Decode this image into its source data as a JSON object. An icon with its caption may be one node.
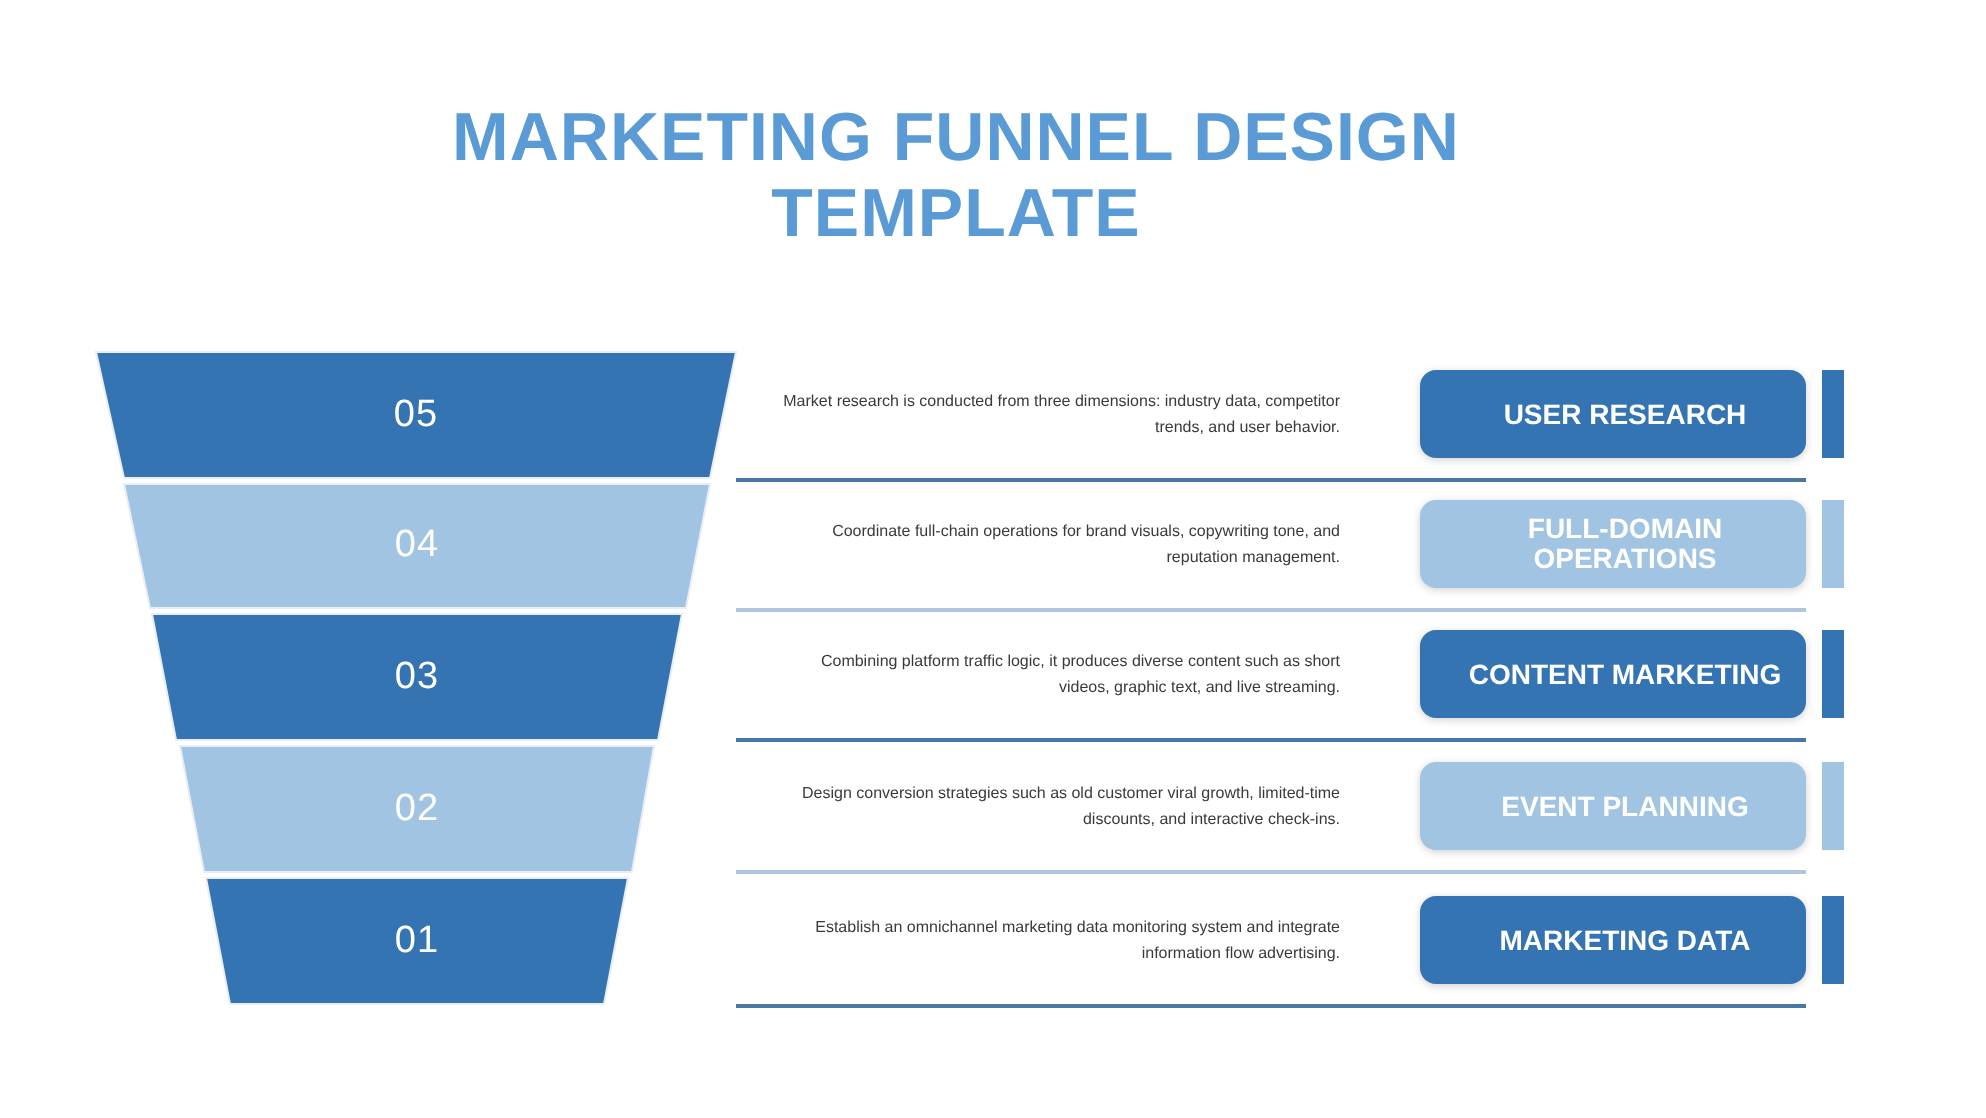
{
  "diagram": {
    "title": "MARKETING FUNNEL DESIGN TEMPLATE",
    "nodes": [
      {
        "text": [
          "05"
        ]
      },
      {
        "text": [
          "04"
        ]
      },
      {
        "text": [
          "03"
        ]
      },
      {
        "text": [
          "02"
        ]
      },
      {
        "text": [
          "01"
        ]
      },
      {
        "text": [
          "USER RESEARCH"
        ]
      },
      {
        "text": [
          "FULL-DOMAIN OPERATIONS"
        ]
      },
      {
        "text": [
          "CONTENT MARKETING"
        ]
      },
      {
        "text": [
          "EVENT PLANNING"
        ]
      },
      {
        "text": [
          "MARKETING DATA"
        ]
      }
    ],
    "labels": [
      "Market research is conducted from three dimensions: industry data, competitor trends, and user behavior.",
      "Coordinate full-chain operations for brand visuals, copywriting tone, and reputation management.",
      "Combining platform traffic logic, it produces diverse content such as short videos, graphic text, and live streaming.",
      "Design conversion strategies such as old customer viral growth, limited-time discounts, and interactive check-ins.",
      "Establish an omnichannel marketing data monitoring system and integrate information flow advertising."
    ]
  }
}
